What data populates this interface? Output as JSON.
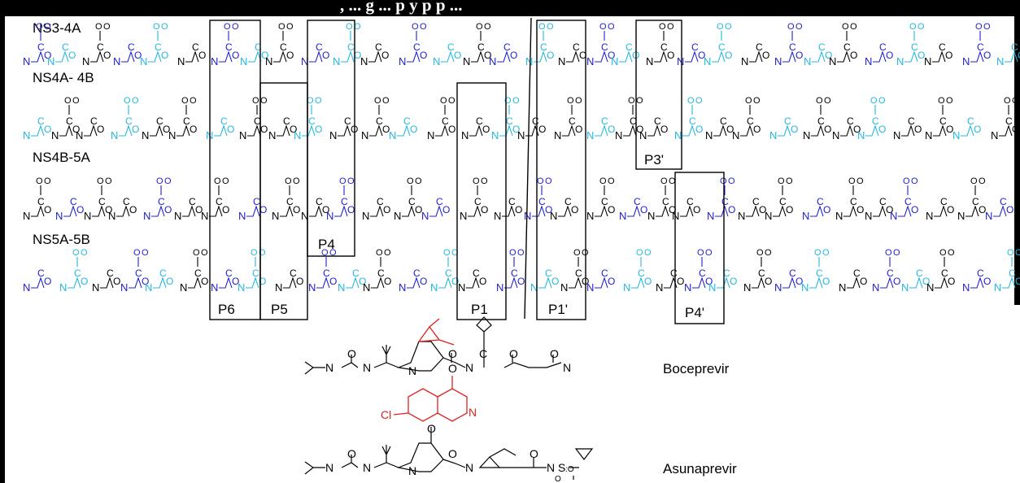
{
  "header": {
    "title": ", ... g ... p y p p ..."
  },
  "rows": [
    {
      "label": "NS3-4A"
    },
    {
      "label": "NS4A- 4B"
    },
    {
      "label": "NS4B-5A"
    },
    {
      "label": "NS5A-5B"
    }
  ],
  "boxes": [
    "P6",
    "P5",
    "P4",
    "P1",
    "P1'",
    "P3'",
    "P4'"
  ],
  "drugs": [
    {
      "name": "Boceprevir"
    },
    {
      "name": "Asunaprevir"
    }
  ],
  "colors": {
    "blue": "#2020d0",
    "cyan": "#22b8e0",
    "black": "#000000",
    "red": "#e02020"
  }
}
